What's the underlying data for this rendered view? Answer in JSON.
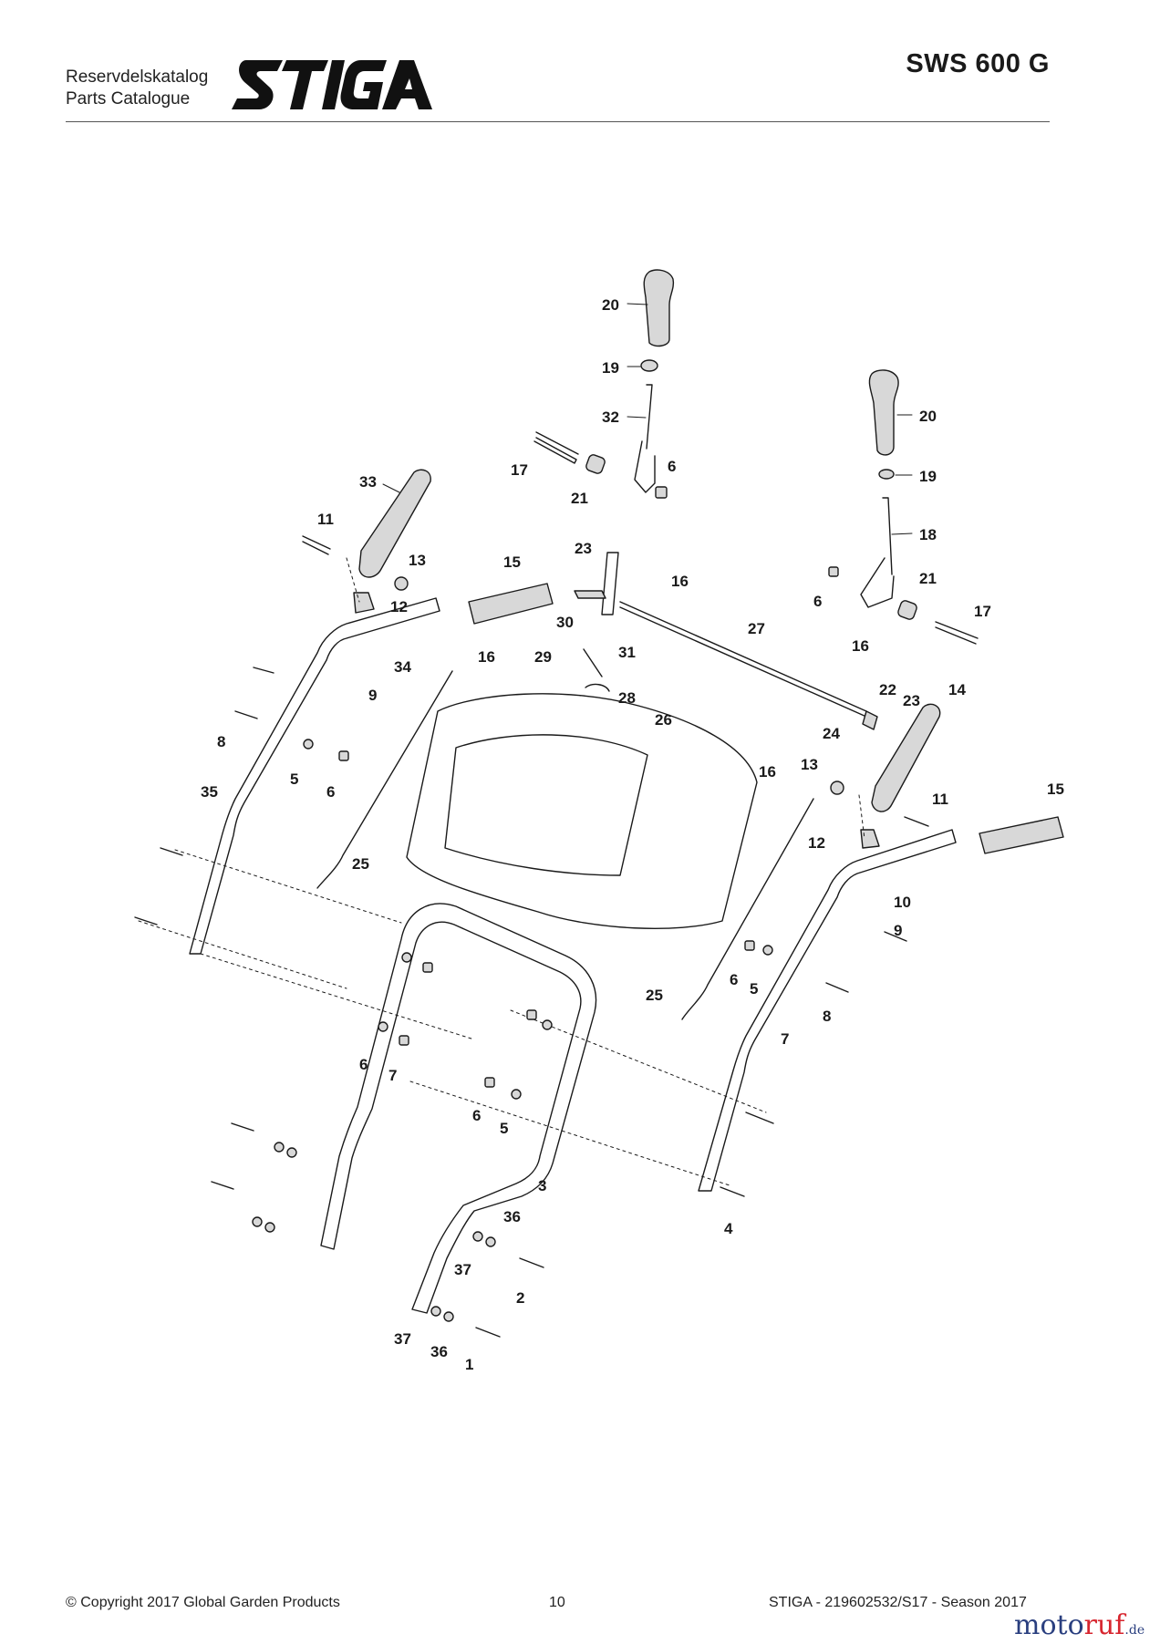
{
  "header": {
    "subtitle_line1": "Reservdelskatalog",
    "subtitle_line2": "Parts Catalogue",
    "brand": "STIGA",
    "model": "SWS 600 G"
  },
  "diagram": {
    "callouts": {
      "c20a": "20",
      "c19a": "19",
      "c32": "32",
      "c17a": "17",
      "c21a": "21",
      "c6a": "6",
      "c20b": "20",
      "c19b": "19",
      "c18": "18",
      "c6b": "6",
      "c21b": "21",
      "c17b": "17",
      "c33": "33",
      "c11a": "11",
      "c13a": "13",
      "c12a": "12",
      "c15a": "15",
      "c23a": "23",
      "c16a": "16",
      "c30": "30",
      "c27": "27",
      "c29": "29",
      "c31": "31",
      "c16b": "16",
      "c28": "28",
      "c34": "34",
      "c9a": "9",
      "c16c": "16",
      "c8a": "8",
      "c5a": "5",
      "c6c": "6",
      "c35": "35",
      "c26": "26",
      "c22": "22",
      "c23b": "23",
      "c14": "14",
      "c24": "24",
      "c16d": "16",
      "c13b": "13",
      "c15b": "15",
      "c11b": "11",
      "c12b": "12",
      "c25a": "25",
      "c10": "10",
      "c9b": "9",
      "c6d": "6",
      "c5b": "5",
      "c8b": "8",
      "c25b": "25",
      "c7a": "7",
      "c6e": "6",
      "c7b": "7",
      "c6f": "6",
      "c5c": "5",
      "c3": "3",
      "c4": "4",
      "c36a": "36",
      "c37a": "37",
      "c2": "2",
      "c37b": "37",
      "c36b": "36",
      "c1": "1"
    }
  },
  "footer": {
    "copyright": "© Copyright 2017 Global Garden Products",
    "page": "10",
    "catalog_ref": "STIGA - 219602532/S17 - Season 2017",
    "watermark_a": "moto",
    "watermark_b": "ruf",
    "watermark_c": ".de"
  },
  "colors": {
    "ink": "#1a1a1a",
    "part_fill": "#d8d8d8",
    "watermark_blue": "#2a3f7f",
    "watermark_red": "#d7262f"
  }
}
